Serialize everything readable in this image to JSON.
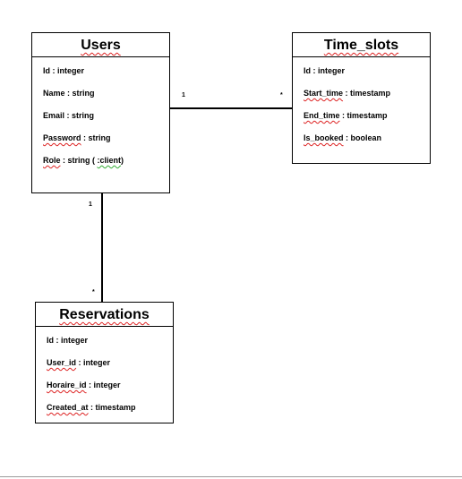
{
  "entities": {
    "users": {
      "title": "Users",
      "fields": [
        {
          "name": "Id",
          "type": " : integer"
        },
        {
          "name": "Name",
          "type": " : string"
        },
        {
          "name": "Email",
          "type": " : string"
        },
        {
          "name": "Password",
          "type": "  : string"
        },
        {
          "name": "Role",
          "type": " : string   ( ",
          "note": ":client",
          "after": ")"
        }
      ]
    },
    "time_slots": {
      "title": "Time_slots",
      "fields": [
        {
          "name": "Id",
          "type": " : integer"
        },
        {
          "name": "Start_time",
          "type": " : timestamp"
        },
        {
          "name": "End_time",
          "type": "  : timestamp"
        },
        {
          "name": "Is_booked",
          "type": "  : boolean"
        }
      ]
    },
    "reservations": {
      "title": "Reservations",
      "fields": [
        {
          "name": "Id",
          "type": " : integer"
        },
        {
          "name": "User_id",
          "type": " : integer"
        },
        {
          "name": "Horaire_id",
          "type": "  : integer"
        },
        {
          "name": "Created_at",
          "type": " : timestamp"
        }
      ]
    }
  },
  "relationships": {
    "users_time_slots": {
      "from_mult": "1",
      "to_mult": "*"
    },
    "users_reservations": {
      "from_mult": "1",
      "to_mult": "*"
    }
  }
}
